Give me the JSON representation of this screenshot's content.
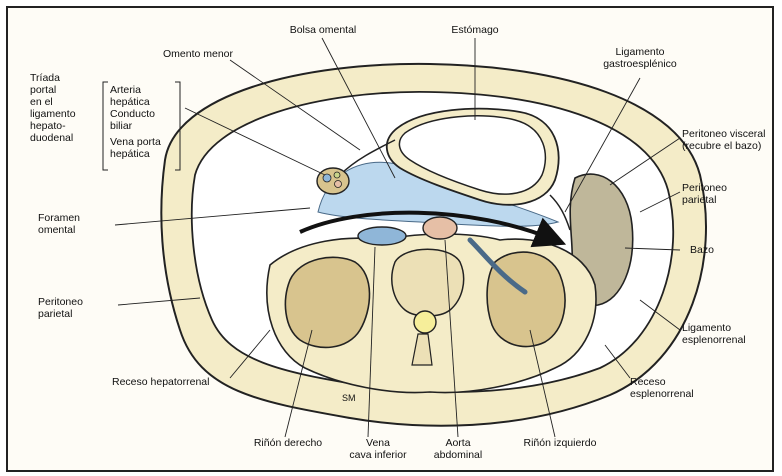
{
  "labels": {
    "bolsa_omental": "Bolsa omental",
    "estomago": "Estómago",
    "omento_menor": "Omento menor",
    "ligamento_gastroesplenico": "Ligamento\ngastroesplénico",
    "triada_portal": "Tríada\nportal\nen el\nligamento\nhepato-\nduodenal",
    "arteria_hepatica": "Arteria\nhepática",
    "conducto_biliar": "Conducto\nbiliar",
    "vena_porta_hepatica": "Vena porta\nhepática",
    "peritoneo_visceral": "Peritoneo visceral\n(recubre el bazo)",
    "peritoneo_parietal_right": "Peritoneo\nparietal",
    "foramen_omental": "Foramen\nomental",
    "bazo": "Bazo",
    "peritoneo_parietal_left": "Peritoneo\nparietal",
    "ligamento_esplenorrenal": "Ligamento\nesplenorrenal",
    "receso_hepatorrenal": "Receso hepatorrenal",
    "receso_esplenorrenal": "Receso\nesplenorrenal",
    "rinon_derecho": "Riñón derecho",
    "vena_cava_inferior": "Vena\ncava inferior",
    "aorta_abdominal": "Aorta\nabdominal",
    "rinon_izquierdo": "Riñón izquierdo",
    "signature": "SM"
  },
  "colors": {
    "background": "#fefcf6",
    "body_wall": "#f4ecc8",
    "peritoneal_cavity": "#ffffff",
    "omental_bursa": "#bcd8ee",
    "kidney": "#d8c48e",
    "spleen": "#bfb79a",
    "vertebra": "#ece0b6",
    "aorta": "#e6bfa6",
    "ivc": "#8fb6d8",
    "arrow": "#111111"
  }
}
